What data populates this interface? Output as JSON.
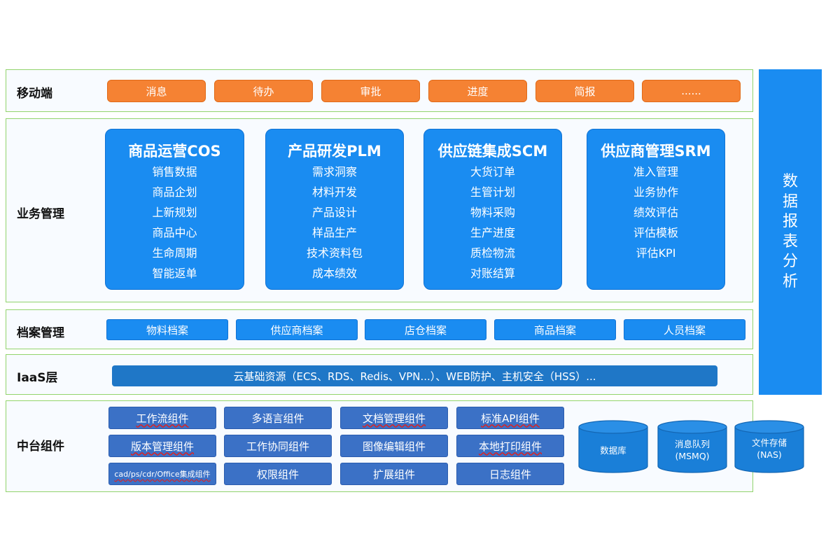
{
  "layers": {
    "mobile": {
      "label": "移动端",
      "items": [
        "消息",
        "待办",
        "审批",
        "进度",
        "简报",
        "......"
      ]
    },
    "business": {
      "label": "业务管理",
      "cards": [
        {
          "title": "商品运营COS",
          "items": [
            "销售数据",
            "商品企划",
            "上新规划",
            "商品中心",
            "生命周期",
            "智能返单"
          ]
        },
        {
          "title": "产品研发PLM",
          "items": [
            "需求洞察",
            "材料开发",
            "产品设计",
            "样品生产",
            "技术资料包",
            "成本绩效"
          ]
        },
        {
          "title": "供应链集成SCM",
          "items": [
            "大货订单",
            "生管计划",
            "物料采购",
            "生产进度",
            "质检物流",
            "对账结算"
          ]
        },
        {
          "title": "供应商管理SRM",
          "items": [
            "准入管理",
            "业务协作",
            "绩效评估",
            "评估模板",
            "评估KPI"
          ]
        }
      ]
    },
    "archive": {
      "label": "档案管理",
      "items": [
        "物料档案",
        "供应商档案",
        "店仓档案",
        "商品档案",
        "人员档案"
      ]
    },
    "iaas": {
      "label": "IaaS层",
      "text": "云基础资源（ECS、RDS、Redis、VPN...）、WEB防护、主机安全（HSS）..."
    },
    "middle": {
      "label": "中台组件",
      "components": [
        "工作流组件",
        "多语言组件",
        "文档管理组件",
        "标准API组件",
        "版本管理组件",
        "工作协同组件",
        "图像编辑组件",
        "本地打印组件",
        "cad/ps/cdr/Office集成组件",
        "权限组件",
        "扩展组件",
        "日志组件"
      ],
      "storage": [
        {
          "line1": "数据库",
          "line2": ""
        },
        {
          "line1": "消息队列",
          "line2": "(MSMQ)"
        },
        {
          "line1": "文件存储",
          "line2": "(NAS)"
        }
      ]
    }
  },
  "side_panel": {
    "label": "数据报表分析"
  },
  "colors": {
    "border_green": "#92d46c",
    "mobile_orange": "#f58233",
    "card_blue": "#1a8cf1",
    "iaas_blue": "#1f77c7",
    "middle_blue": "#3b71c6",
    "storage_blue": "#1a7fd8"
  }
}
